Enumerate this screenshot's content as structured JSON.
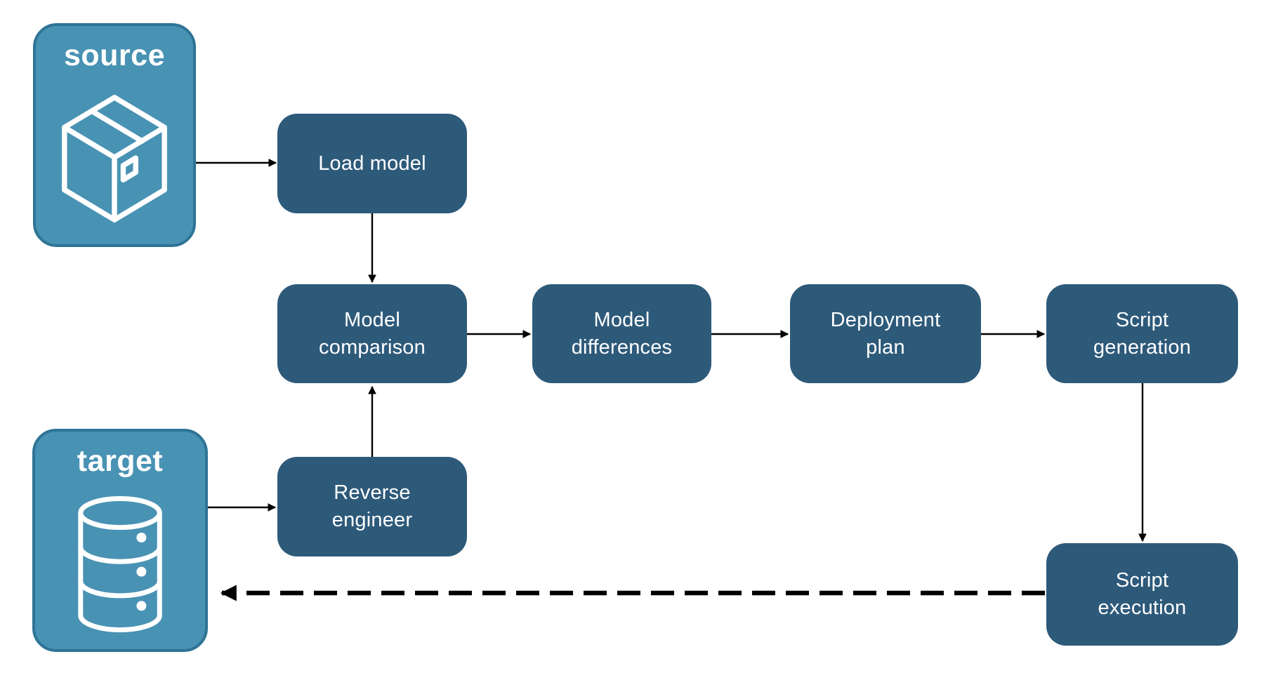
{
  "diagram": {
    "type": "flowchart",
    "background": "#ffffff",
    "palette": {
      "node_fill": "#2e5a7a",
      "endpoint_fill": "#4892b4",
      "endpoint_border": "#2e7496",
      "label_text": "#ffffff",
      "arrow_color": "#000000"
    },
    "endpoints": {
      "source": {
        "label": "source",
        "icon": "package-icon"
      },
      "target": {
        "label": "target",
        "icon": "database-icon"
      }
    },
    "nodes": {
      "load_model": {
        "label": "Load model"
      },
      "model_comparison": {
        "label": "Model\ncomparison"
      },
      "model_differences": {
        "label": "Model\ndifferences"
      },
      "deployment_plan": {
        "label": "Deployment\nplan"
      },
      "script_generation": {
        "label": "Script\ngeneration"
      },
      "reverse_engineer": {
        "label": "Reverse\nengineer"
      },
      "script_execution": {
        "label": "Script\nexecution"
      }
    },
    "edges": [
      {
        "from": "source",
        "to": "load_model",
        "style": "solid"
      },
      {
        "from": "load_model",
        "to": "model_comparison",
        "style": "solid"
      },
      {
        "from": "model_comparison",
        "to": "model_differences",
        "style": "solid"
      },
      {
        "from": "model_differences",
        "to": "deployment_plan",
        "style": "solid"
      },
      {
        "from": "deployment_plan",
        "to": "script_generation",
        "style": "solid"
      },
      {
        "from": "script_generation",
        "to": "script_execution",
        "style": "solid"
      },
      {
        "from": "target",
        "to": "reverse_engineer",
        "style": "solid"
      },
      {
        "from": "reverse_engineer",
        "to": "model_comparison",
        "style": "solid"
      },
      {
        "from": "script_execution",
        "to": "target",
        "style": "dashed"
      }
    ]
  }
}
